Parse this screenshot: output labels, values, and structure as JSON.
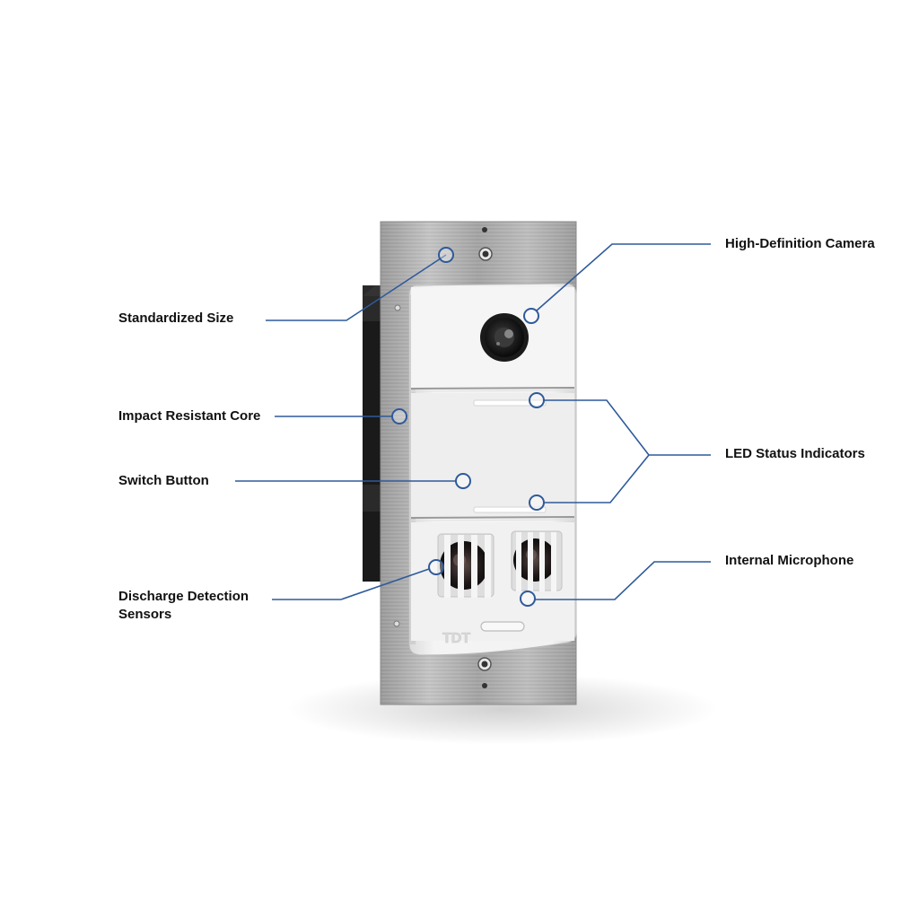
{
  "callouts": {
    "standardized_size": "Standardized Size",
    "impact_resistant_core": "Impact Resistant Core",
    "switch_button": "Switch Button",
    "discharge_sensors_line1": "Discharge Detection",
    "discharge_sensors_line2": "Sensors",
    "hd_camera": "High-Definition Camera",
    "led_indicators": "LED Status Indicators",
    "internal_microphone": "Internal Microphone"
  },
  "device": {
    "brand_mark": "TDT"
  },
  "colors": {
    "callout_line": "#2f5a9a",
    "faceplate": "#a7a7a7",
    "device_body": "#ececec",
    "label_text": "#111111"
  }
}
